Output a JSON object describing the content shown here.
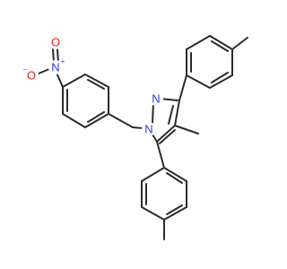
{
  "colors": {
    "bond": "#2b2b2b",
    "nitrogen": "#2f39ee",
    "oxygen": "#e0201b"
  },
  "atoms": {
    "pyrazole_n1": {
      "label": "N",
      "element": "nitrogen"
    },
    "pyrazole_n2": {
      "label": "N",
      "element": "nitrogen"
    },
    "nitro_n": {
      "label": "N",
      "charge": "+",
      "element": "nitrogen"
    },
    "nitro_o_top": {
      "label": "O",
      "element": "oxygen"
    },
    "nitro_o_left": {
      "label": "O",
      "charge": "−",
      "element": "oxygen"
    }
  }
}
